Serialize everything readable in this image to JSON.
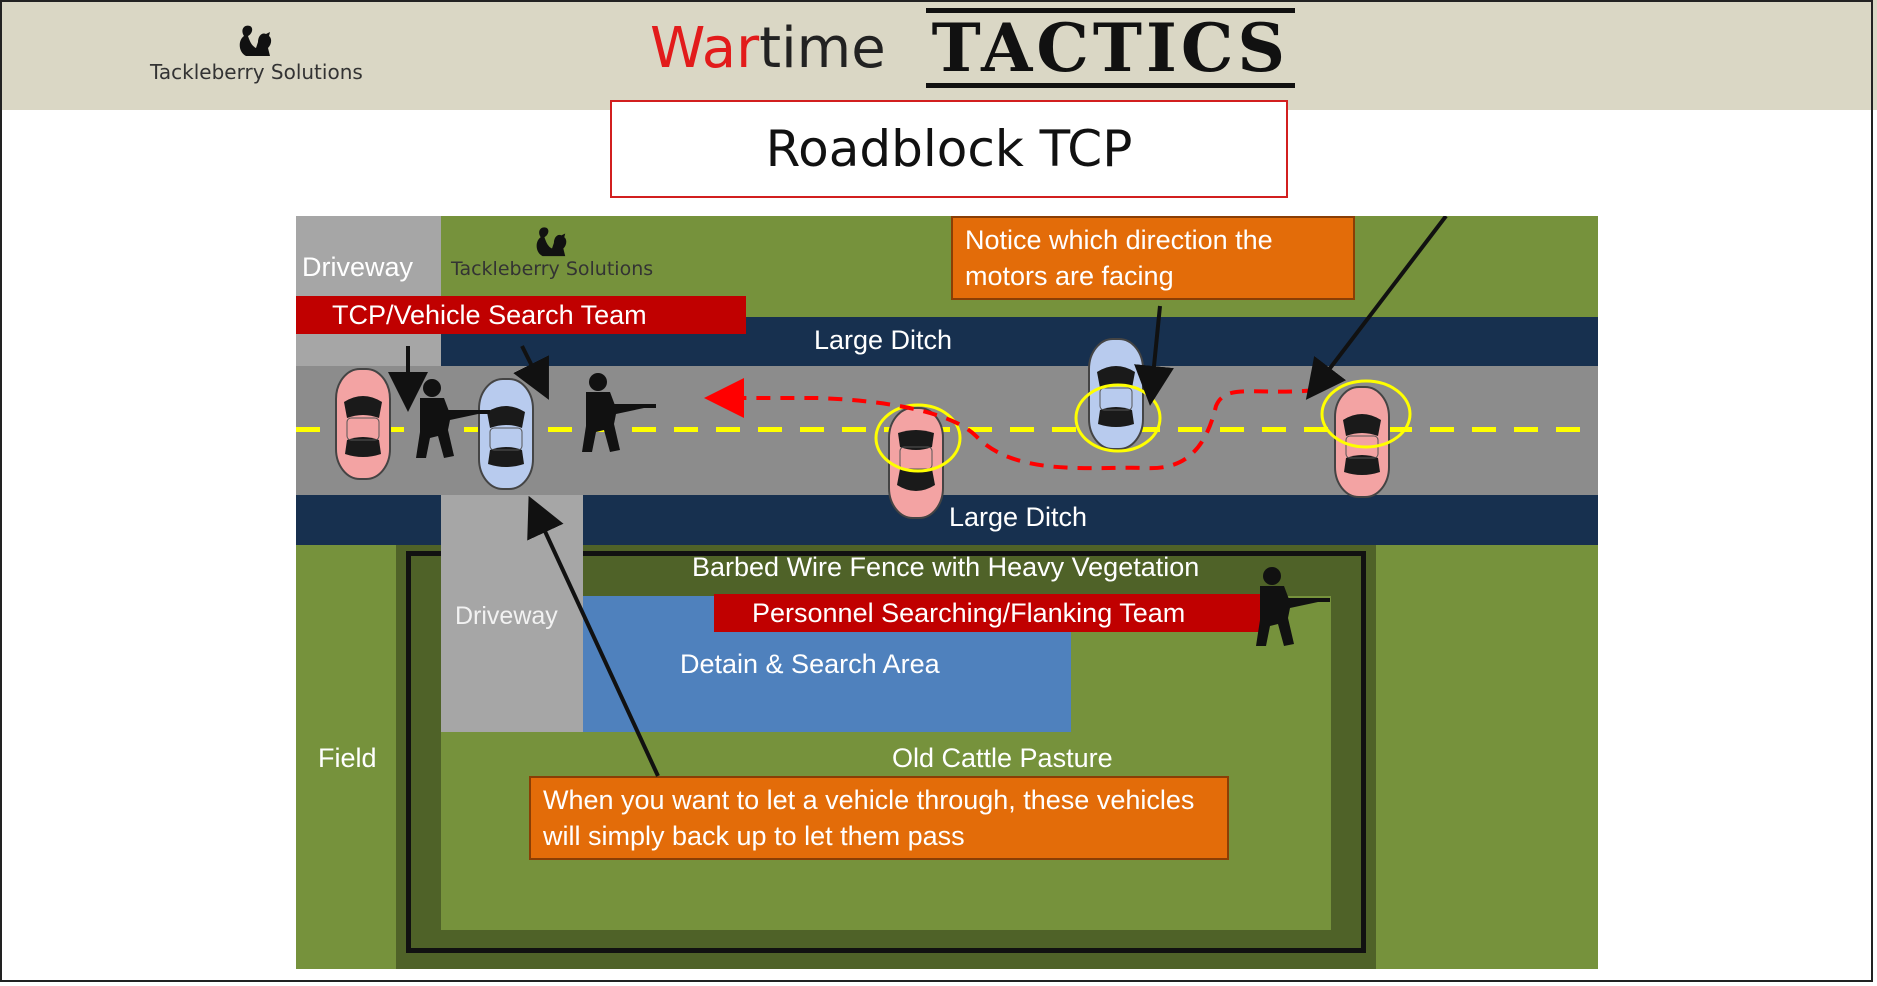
{
  "header": {
    "logo_text": "Tackleberry Solutions",
    "title_war": "War",
    "title_time": "time",
    "title_tactics": "TACTICS",
    "subtitle": "Roadblock TCP"
  },
  "diagram": {
    "watermark": "Tackleberry Solutions",
    "labels": {
      "driveway_top": "Driveway",
      "driveway_side": "Driveway",
      "large_ditch_top": "Large Ditch",
      "large_ditch_bottom": "Large Ditch",
      "barbed_wire": "Barbed Wire Fence with Heavy Vegetation",
      "detain_area": "Detain & Search Area",
      "old_pasture": "Old Cattle Pasture",
      "field": "Field"
    },
    "bars": {
      "tcp_team": "TCP/Vehicle Search Team",
      "flanking_team": "Personnel Searching/Flanking  Team"
    },
    "callouts": {
      "motors": "Notice which direction the motors are facing",
      "let_through": "When you want to let a vehicle through, these vehicles will simply back up to let them pass"
    }
  },
  "colors": {
    "header_bg": "#dad7c5",
    "grass": "#76923c",
    "dark_grass": "#4f6228",
    "ditch": "#17304f",
    "road": "#8c8c8c",
    "driveway": "#a6a6a6",
    "detain": "#4f81bd",
    "callout": "#e36c09",
    "team_bar": "#c00000",
    "pink_car": "#f3a3a3",
    "blue_car": "#b8cbee",
    "center_line": "#ffff00",
    "route": "#ff0000",
    "highlight_ring": "#ffff00"
  },
  "icons": [
    "squirrel-logo-icon",
    "car-icon",
    "soldier-icon",
    "arrow-icon"
  ]
}
